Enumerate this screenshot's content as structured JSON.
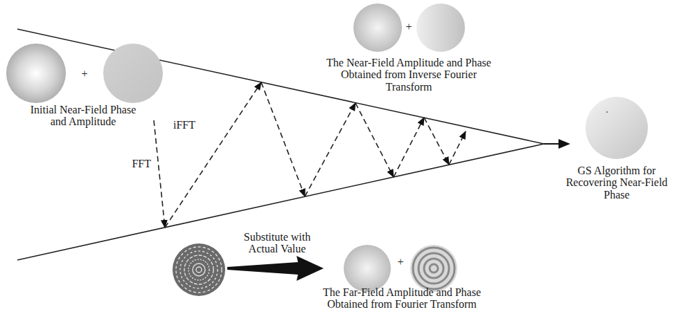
{
  "diagram": {
    "nodes": [
      {
        "text": [
          "Initial Near-Field Phase and Amplitude"
        ]
      },
      {
        "text": [
          "The Near-Field Amplitude and Phase Obtained from Inverse Fourier Transform"
        ]
      },
      {
        "text": [
          "GS Algorithm for Recovering Near-Field Phase"
        ]
      },
      {
        "text": [
          "The Far-Field Amplitude and Phase Obtained from Fourier Transform"
        ]
      }
    ],
    "labels": [
      "+",
      "FFT",
      "iFFT",
      "+",
      "Substitute with Actual Value",
      "+"
    ]
  }
}
